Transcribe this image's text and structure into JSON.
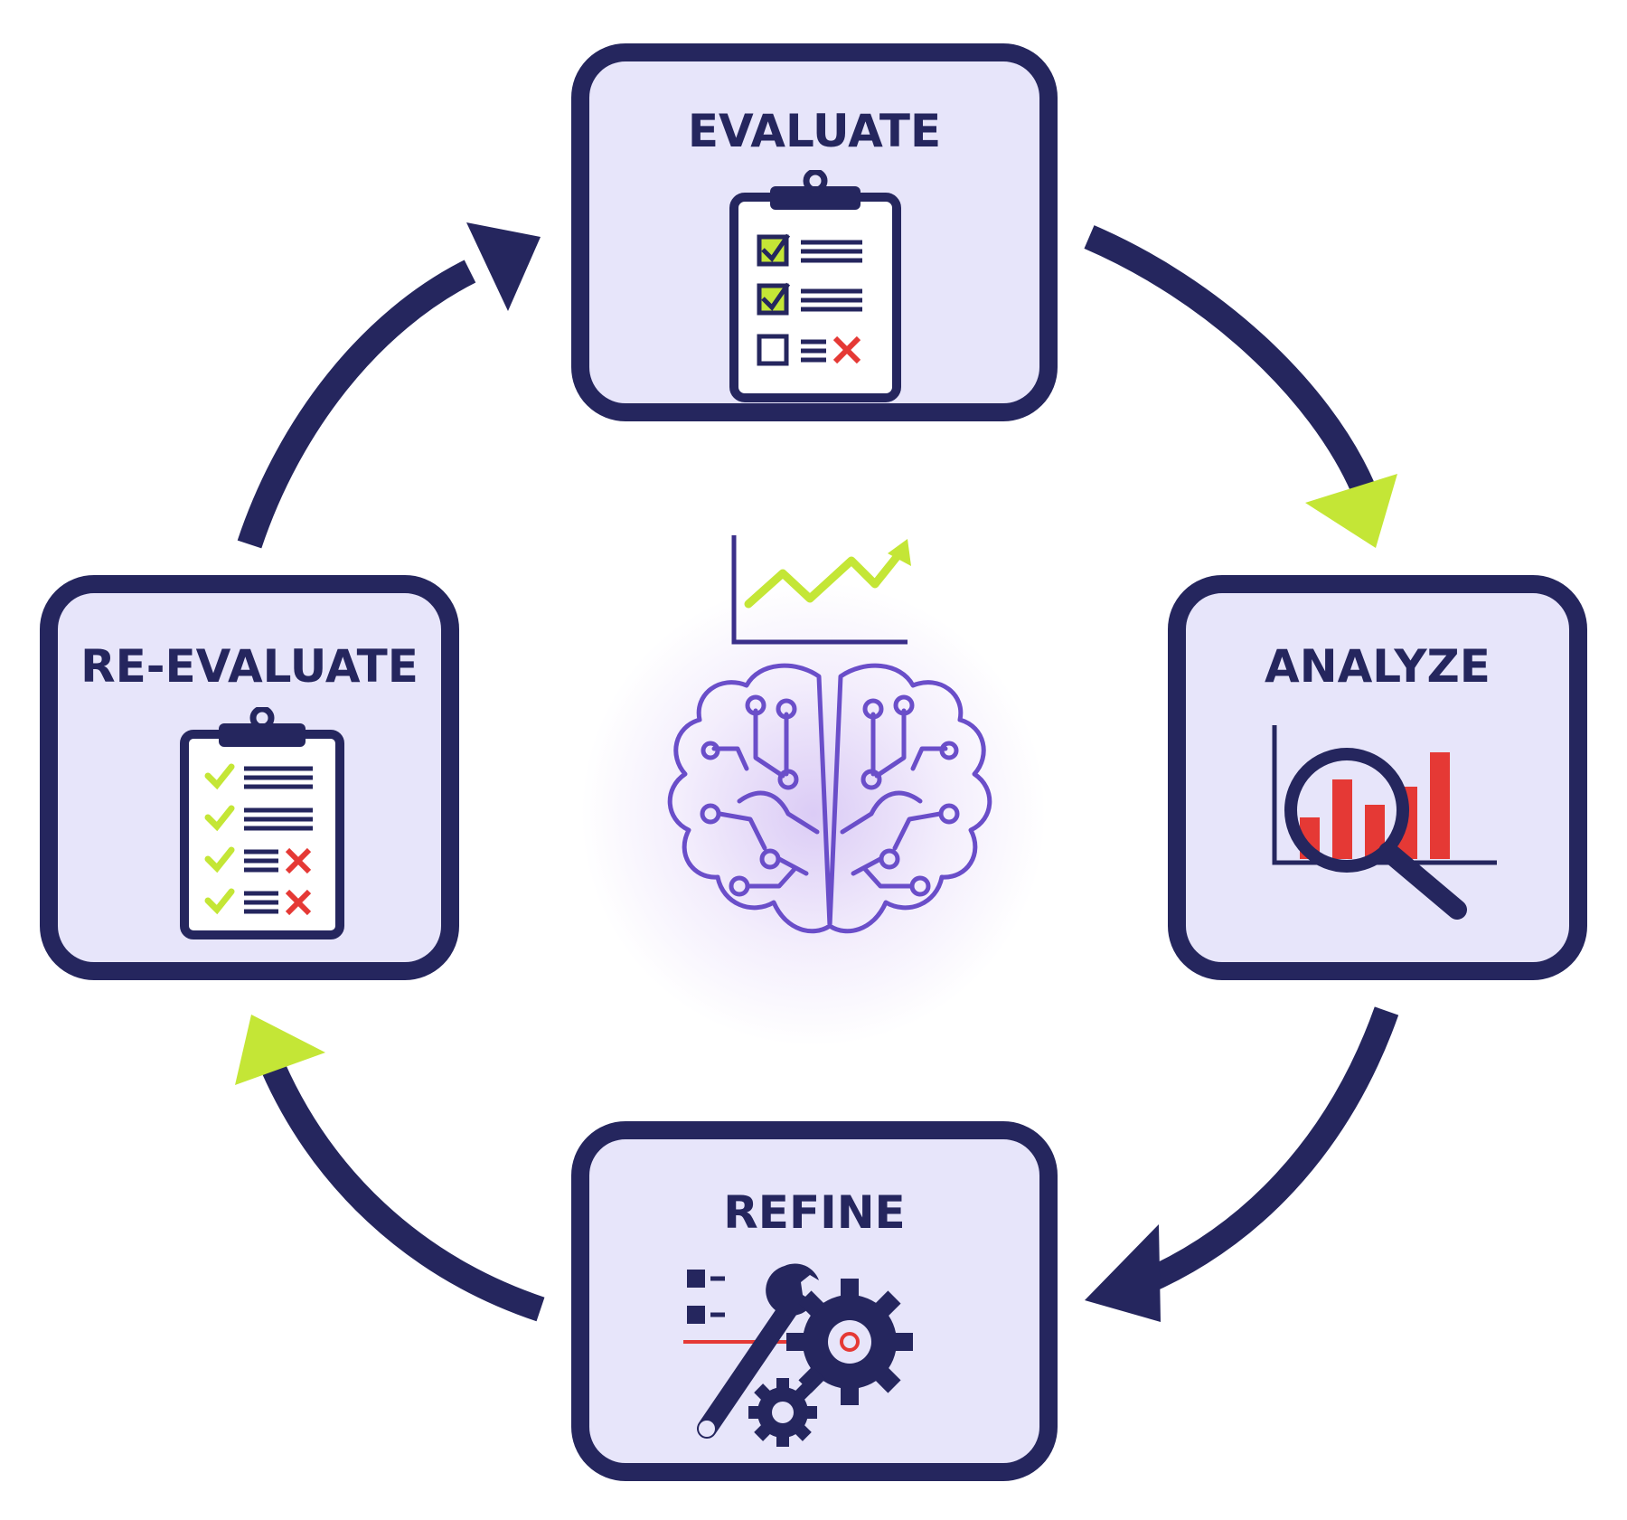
{
  "colors": {
    "navy": "#25265e",
    "box_fill": "#e7e5fa",
    "accent_green": "#c4e636",
    "accent_red": "#e53935",
    "brain_purple": "#6a4ec9"
  },
  "center": {
    "icon": "brain-circuit-icon",
    "chart_icon": "trend-up-chart-icon"
  },
  "steps": [
    {
      "id": "evaluate",
      "title": "EVALUATE",
      "icon": "clipboard-checklist-icon"
    },
    {
      "id": "analyze",
      "title": "ANALYZE",
      "icon": "magnifier-bar-chart-icon"
    },
    {
      "id": "refine",
      "title": "REFINE",
      "icon": "wrench-gears-icon"
    },
    {
      "id": "reevaluate",
      "title": "RE-EVALUATE",
      "icon": "clipboard-review-icon"
    }
  ],
  "arrows": [
    {
      "from": "evaluate",
      "to": "analyze",
      "head_color": "accent_green"
    },
    {
      "from": "analyze",
      "to": "refine",
      "head_color": "navy"
    },
    {
      "from": "refine",
      "to": "reevaluate",
      "head_color": "accent_green"
    },
    {
      "from": "reevaluate",
      "to": "evaluate",
      "head_color": "navy"
    }
  ]
}
